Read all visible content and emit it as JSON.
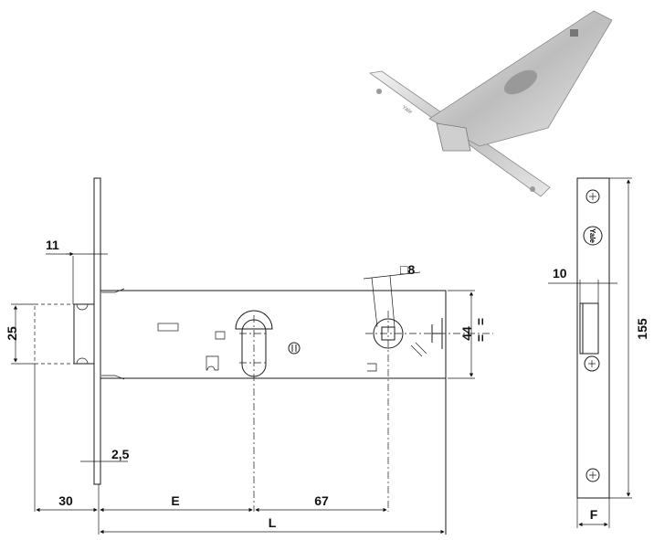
{
  "product_photo": {
    "brand": "Yale"
  },
  "front_view": {
    "dim_latch_projection": "11",
    "dim_latch_height": "25",
    "dim_faceplate_thickness": "2,5",
    "dim_latch_length": "30",
    "dim_backset": "E",
    "dim_center_distance": "67",
    "dim_total_length": "L",
    "dim_follower_square": "□8",
    "dim_body_height": "44",
    "equal_mark_top": "=",
    "equal_mark_bottom": "="
  },
  "side_view": {
    "brand_logo": "Yale",
    "dim_latch_width": "10",
    "dim_faceplate_height": "155",
    "dim_faceplate_width": "F"
  }
}
